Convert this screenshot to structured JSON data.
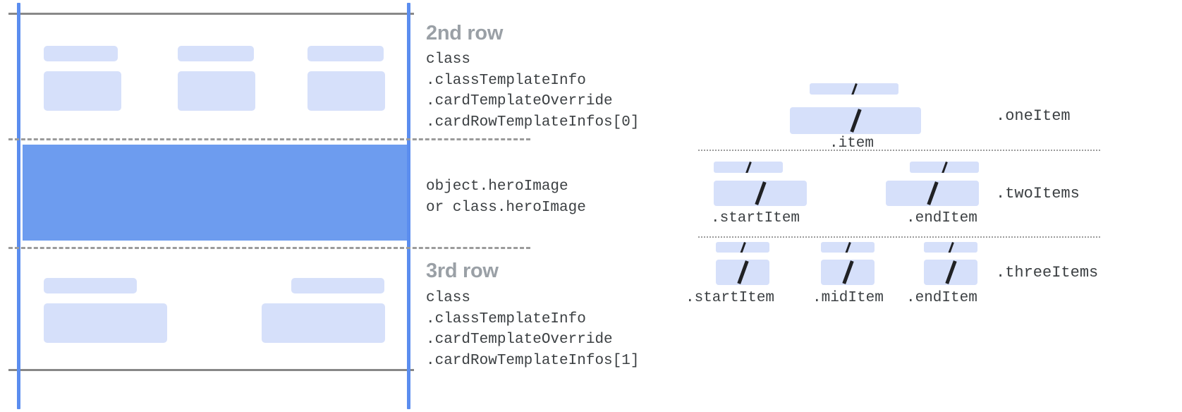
{
  "left_panel": {
    "rows": [
      {
        "title": "2nd row",
        "code": "class\n.classTemplateInfo\n.cardTemplateOverride\n.cardRowTemplateInfos[0]"
      },
      {
        "title": "",
        "code": "object.heroImage\nor class.heroImage"
      },
      {
        "title": "3rd row",
        "code": "class\n.classTemplateInfo\n.cardTemplateOverride\n.cardRowTemplateInfos[1]"
      }
    ]
  },
  "right_panel": {
    "groups": [
      {
        "group_label": ".oneItem",
        "items": [
          {
            "label": ".item"
          }
        ]
      },
      {
        "group_label": ".twoItems",
        "items": [
          {
            "label": ".startItem"
          },
          {
            "label": ".endItem"
          }
        ]
      },
      {
        "group_label": ".threeItems",
        "items": [
          {
            "label": ".startItem"
          },
          {
            "label": ".midItem"
          },
          {
            "label": ".endItem"
          }
        ]
      }
    ]
  },
  "colors": {
    "hero_blue": "#6d9cef",
    "placeholder_blue": "#d6e0fa",
    "guide_blue": "#5b8def",
    "rail_grey": "#888888",
    "title_grey": "#9aa0a6",
    "code_text": "#3c4043"
  }
}
